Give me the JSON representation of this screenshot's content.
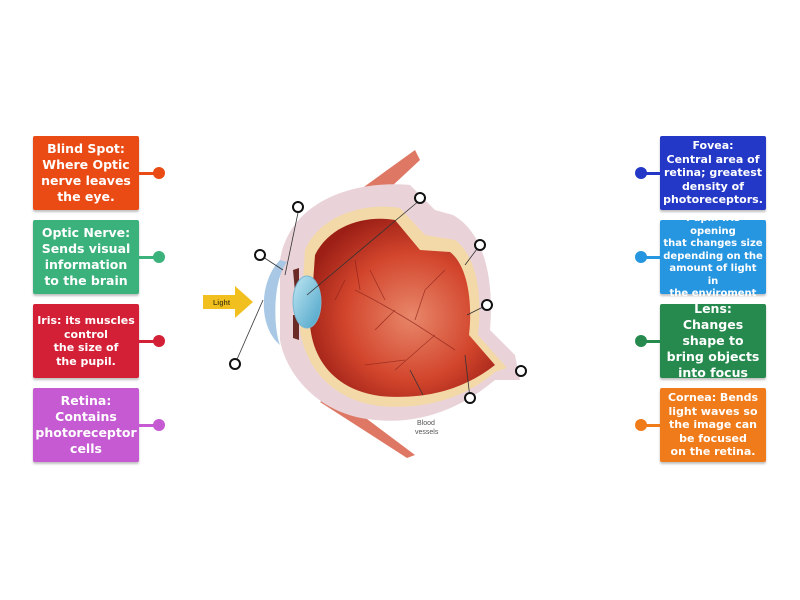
{
  "labels_left": [
    {
      "name": "label-blind-spot",
      "text": "Blind Spot:\nWhere Optic\nnerve leaves\nthe eye.",
      "color": "#ea4a14",
      "size": "lg"
    },
    {
      "name": "label-optic-nerve",
      "text": "Optic Nerve:\nSends visual\ninformation\nto the brain",
      "color": "#3bb27c",
      "size": "lg"
    },
    {
      "name": "label-iris",
      "text": "Iris: its muscles\ncontrol\nthe size of\nthe pupil.",
      "color": "#d42036",
      "size": "md"
    },
    {
      "name": "label-retina",
      "text": "Retina:\nContains\nphotoreceptor\ncells",
      "color": "#c55ad2",
      "size": "lg"
    }
  ],
  "labels_right": [
    {
      "name": "label-fovea",
      "text": "Fovea:\nCentral area of\nretina; greatest\ndensity of\nphotoreceptors.",
      "color": "#2438c8",
      "size": "md"
    },
    {
      "name": "label-pupil",
      "text": "Pupil: Iris opening\nthat changes size\ndepending on the\namount of light in\nthe enviroment",
      "color": "#2796e0",
      "size": "sm"
    },
    {
      "name": "label-lens",
      "text": "Lens: Changes\nshape to\nbring objects\ninto focus",
      "color": "#268a4e",
      "size": "lg"
    },
    {
      "name": "label-cornea",
      "text": "Cornea: Bends\nlight waves so\nthe image can\nbe focused\non the retina.",
      "color": "#f07b1a",
      "size": "md"
    }
  ],
  "diagram": {
    "light_label": "Light",
    "blood_vessels_label": "Blood\nvessels"
  }
}
